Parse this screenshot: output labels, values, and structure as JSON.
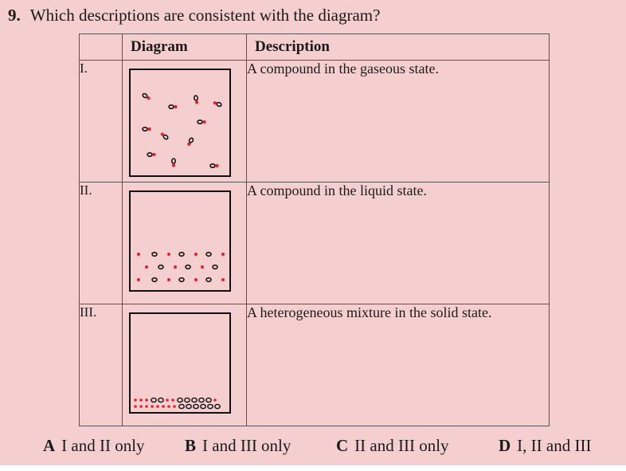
{
  "question": {
    "number": "9.",
    "text": "Which descriptions are consistent with the diagram?"
  },
  "table": {
    "headers": {
      "diagram": "Diagram",
      "description": "Description"
    },
    "rows": [
      {
        "label": "I.",
        "description": "A compound in the gaseous state."
      },
      {
        "label": "II.",
        "description": "A compound in the liquid state."
      },
      {
        "label": "III.",
        "description": "A heterogeneous mixture in the solid state."
      }
    ]
  },
  "options": [
    {
      "letter": "A",
      "text": "I and II only"
    },
    {
      "letter": "B",
      "text": "I and III only"
    },
    {
      "letter": "C",
      "text": "II and III only"
    },
    {
      "letter": "D",
      "text": "I, II and III"
    }
  ],
  "colors": {
    "background": "#f5cfcf",
    "particle_red": "#e8202a",
    "particle_black": "#111111"
  }
}
